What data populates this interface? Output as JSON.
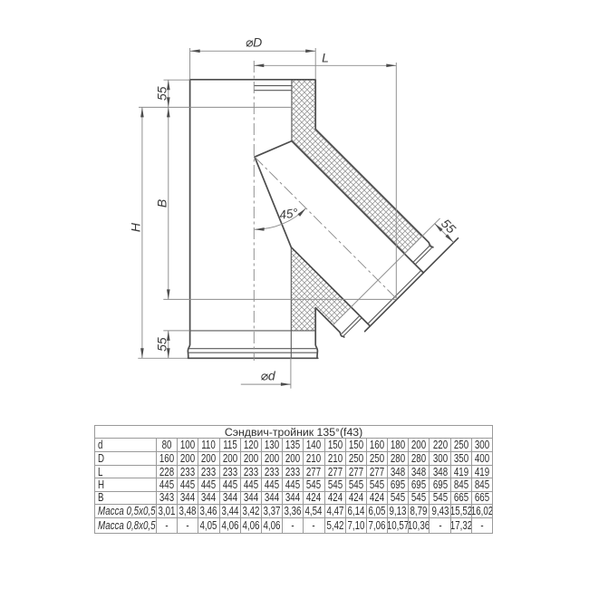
{
  "drawing": {
    "labels": {
      "diameter_outer": "⌀D",
      "length": "L",
      "top_joint": "55",
      "body_b": "B",
      "body_h": "H",
      "bottom_joint": "55",
      "diameter_inner": "⌀d",
      "angle": "45°",
      "branch_joint": "55"
    },
    "colors": {
      "outline": "#4d4d4d",
      "thin": "#8c8c8c",
      "hatch": "#a8a8a8",
      "label": "#3a3a3a",
      "background": "#ffffff"
    }
  },
  "table": {
    "title": "Сэндвич-тройник 135°(f43)",
    "rows": [
      {
        "label": "d",
        "mass": false,
        "values": [
          "80",
          "100",
          "110",
          "115",
          "120",
          "130",
          "135",
          "140",
          "150",
          "150",
          "160",
          "180",
          "200",
          "220",
          "250",
          "300"
        ]
      },
      {
        "label": "D",
        "mass": false,
        "values": [
          "160",
          "200",
          "200",
          "200",
          "200",
          "200",
          "200",
          "210",
          "210",
          "250",
          "250",
          "280",
          "280",
          "300",
          "350",
          "400"
        ]
      },
      {
        "label": "L",
        "mass": false,
        "values": [
          "228",
          "233",
          "233",
          "233",
          "233",
          "233",
          "233",
          "277",
          "277",
          "277",
          "277",
          "348",
          "348",
          "348",
          "419",
          "419"
        ]
      },
      {
        "label": "H",
        "mass": false,
        "values": [
          "445",
          "445",
          "445",
          "445",
          "445",
          "445",
          "445",
          "545",
          "545",
          "545",
          "545",
          "695",
          "695",
          "695",
          "845",
          "845"
        ]
      },
      {
        "label": "B",
        "mass": false,
        "values": [
          "343",
          "344",
          "344",
          "344",
          "344",
          "344",
          "344",
          "424",
          "424",
          "424",
          "424",
          "545",
          "545",
          "545",
          "665",
          "665"
        ]
      },
      {
        "label": "Масса 0,5x0,5",
        "mass": true,
        "values": [
          "3,01",
          "3,48",
          "3,46",
          "3,44",
          "3,42",
          "3,37",
          "3,36",
          "4,54",
          "4,47",
          "6,14",
          "6,05",
          "9,13",
          "8,79",
          "9,43",
          "15,52",
          "16,02"
        ]
      },
      {
        "label": "Масса 0,8x0,5",
        "mass": true,
        "values": [
          "-",
          "-",
          "4,05",
          "4,06",
          "4,06",
          "4,06",
          "-",
          "-",
          "5,42",
          "7,10",
          "7,06",
          "10,57",
          "10,36",
          "-",
          "17,32",
          "-"
        ]
      }
    ]
  }
}
